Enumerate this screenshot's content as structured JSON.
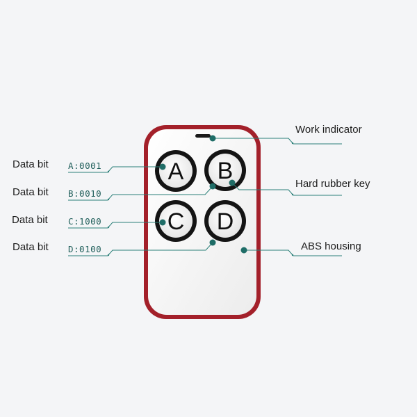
{
  "left_labels": [
    {
      "title": "Data bit",
      "code": "A:0001"
    },
    {
      "title": "Data bit",
      "code": "B:0010"
    },
    {
      "title": "Data bit",
      "code": "C:1000"
    },
    {
      "title": "Data bit",
      "code": "D:0100"
    }
  ],
  "right_labels": [
    {
      "text": "Work indicator"
    },
    {
      "text": "Hard rubber key"
    },
    {
      "text": "ABS housing"
    }
  ],
  "buttons": [
    "A",
    "B",
    "C",
    "D"
  ],
  "colors": {
    "housing_rim": "#a3202a",
    "housing_face": "#fbfbfb",
    "leader_line": "#2a7f78",
    "button_ring": "#111111",
    "background": "#f4f5f7"
  }
}
